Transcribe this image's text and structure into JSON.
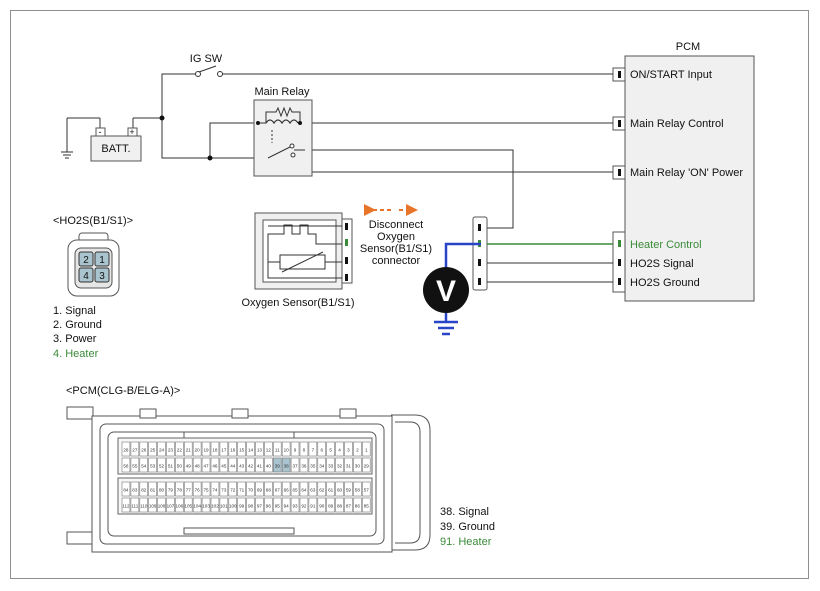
{
  "pcm": {
    "title": "PCM",
    "terminals": {
      "on_start": "ON/START Input",
      "main_relay_control": "Main Relay Control",
      "main_relay_on_power": "Main Relay 'ON' Power",
      "heater_control": "Heater Control",
      "ho2s_signal": "HO2S Signal",
      "ho2s_ground": "HO2S Ground"
    }
  },
  "labels": {
    "ig_sw": "IG SW",
    "main_relay": "Main Relay",
    "batt": "BATT.",
    "batt_minus": "-",
    "batt_plus": "+",
    "disconnect_lines": [
      "Disconnect",
      "Oxygen",
      "Sensor(B1/S1)",
      "connector"
    ],
    "oxygen_sensor": "Oxygen Sensor(B1/S1)",
    "voltmeter": "V"
  },
  "ho2s": {
    "title": "<HO2S(B1/S1)>",
    "pins": [
      "2",
      "1",
      "4",
      "3"
    ],
    "legend": [
      "1. Signal",
      "2. Ground",
      "3. Power"
    ],
    "legend_heater": "4. Heater"
  },
  "pcm_connector": {
    "title": "<PCM(CLG-B/ELG-A)>",
    "pin_rows": [
      [
        "28",
        "27",
        "26",
        "25",
        "24",
        "23",
        "22",
        "21",
        "20",
        "19",
        "18",
        "17",
        "16",
        "15",
        "14",
        "13",
        "12",
        "11",
        "10",
        "9",
        "8",
        "7",
        "6",
        "5",
        "4",
        "3",
        "2",
        "1"
      ],
      [
        "56",
        "55",
        "54",
        "53",
        "52",
        "51",
        "50",
        "49",
        "48",
        "47",
        "46",
        "45",
        "44",
        "43",
        "42",
        "41",
        "40",
        "39",
        "38",
        "37",
        "36",
        "35",
        "34",
        "33",
        "32",
        "31",
        "30",
        "29"
      ],
      [
        "84",
        "83",
        "82",
        "81",
        "80",
        "79",
        "78",
        "77",
        "76",
        "75",
        "74",
        "73",
        "72",
        "71",
        "70",
        "69",
        "68",
        "67",
        "66",
        "65",
        "64",
        "63",
        "62",
        "61",
        "60",
        "59",
        "58",
        "57"
      ],
      [
        "112",
        "111",
        "110",
        "109",
        "108",
        "107",
        "106",
        "105",
        "104",
        "103",
        "102",
        "101",
        "100",
        "99",
        "98",
        "97",
        "96",
        "95",
        "94",
        "93",
        "92",
        "91",
        "90",
        "89",
        "88",
        "87",
        "86",
        "85"
      ]
    ],
    "legend": [
      "38. Signal",
      "39. Ground"
    ],
    "legend_heater": "91. Heater"
  },
  "colors": {
    "heater": "#3a8a3a",
    "probe_wire": "#2a44c8",
    "arrow": "#e8742a",
    "connector_fill": "#a9c4cf"
  }
}
